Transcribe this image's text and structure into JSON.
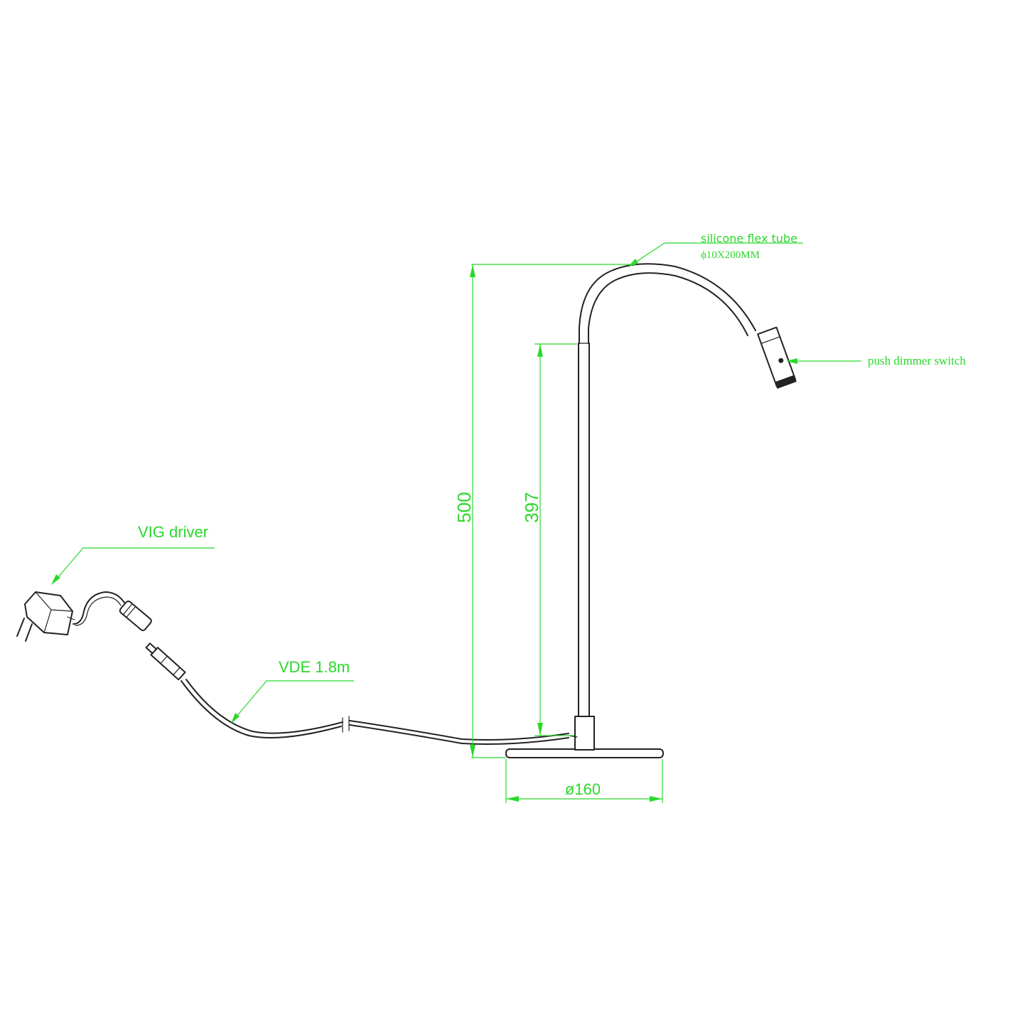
{
  "labels": {
    "flex_tube_title": "silicone flex tube",
    "flex_tube_spec": "ϕ10X200MM",
    "dimmer": "push dimmer switch",
    "height_total": "500",
    "height_stem": "397",
    "base_diameter": "ø160",
    "driver": "VIG driver",
    "cable": "VDE 1.8m"
  },
  "colors": {
    "annotation": "#2bd82b",
    "outline": "#222222"
  }
}
